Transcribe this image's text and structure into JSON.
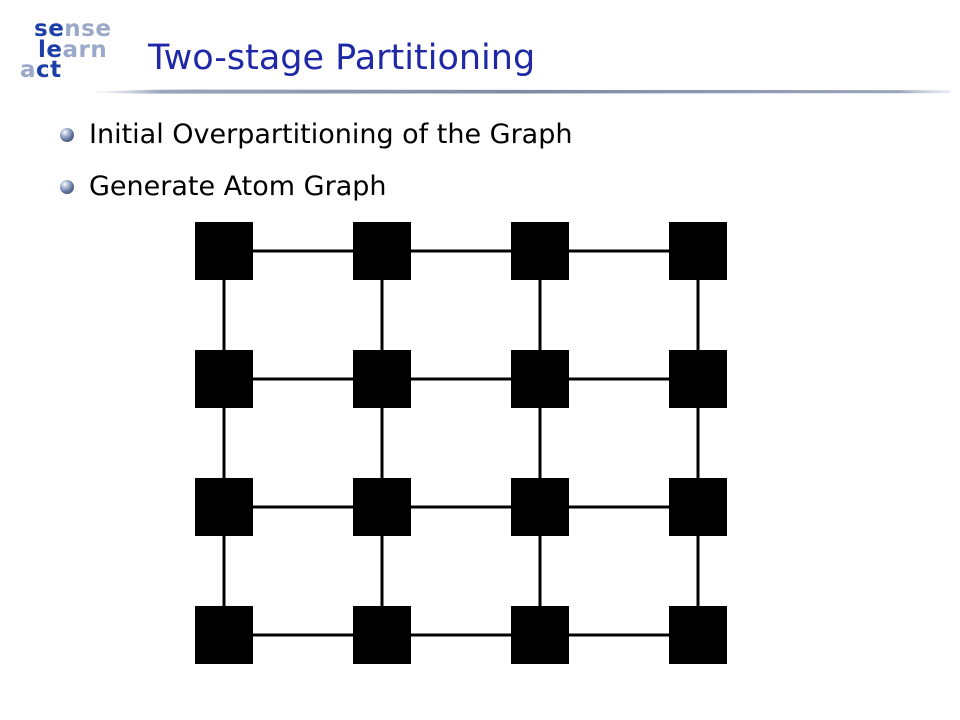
{
  "logo": {
    "lines": [
      [
        {
          "text": "se",
          "color": "#1f3fa8"
        },
        {
          "text": "nse",
          "color": "#9aa9c9"
        }
      ],
      [
        {
          "text": "le",
          "color": "#1f3fa8"
        },
        {
          "text": "arn",
          "color": "#9aa9c9"
        }
      ],
      [
        {
          "text": "a",
          "color": "#9aa9c9"
        },
        {
          "text": "ct",
          "color": "#1f3fa8"
        }
      ]
    ]
  },
  "slide": {
    "title": "Two-stage Partitioning",
    "title_color": "#1f28a6",
    "bullets": [
      "Initial Overpartitioning of the Graph",
      "Generate Atom Graph"
    ]
  },
  "graph": {
    "rows": 4,
    "cols": 4,
    "node_color": "#000000",
    "edge_color": "#000000"
  }
}
